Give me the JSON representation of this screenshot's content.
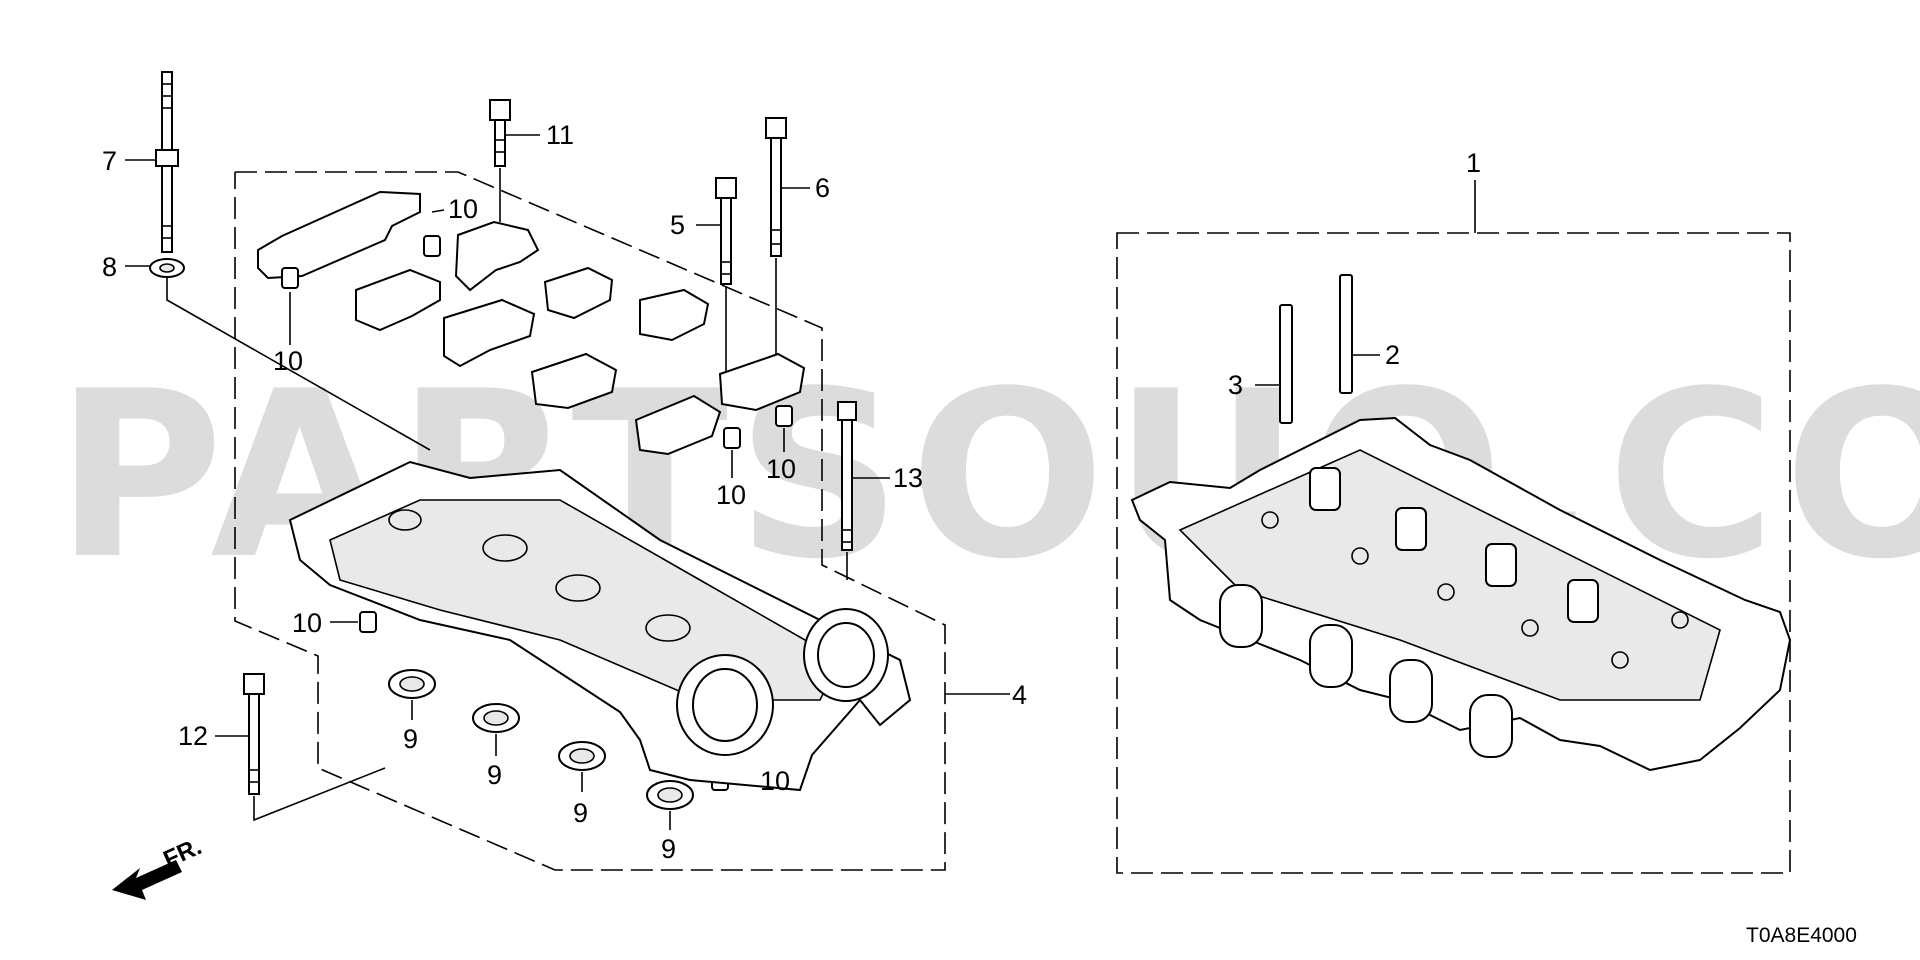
{
  "watermark": "PARTSOUQ.COM",
  "front_indicator": "FR.",
  "diagram_code": "T0A8E4000",
  "callouts": {
    "c1": "1",
    "c2": "2",
    "c3": "3",
    "c4": "4",
    "c5": "5",
    "c6": "6",
    "c7": "7",
    "c8": "8",
    "c9a": "9",
    "c9b": "9",
    "c9c": "9",
    "c9d": "9",
    "c10a": "10",
    "c10b": "10",
    "c10c": "10",
    "c10d": "10",
    "c10e": "10",
    "c10f": "10",
    "c11": "11",
    "c12": "12",
    "c13": "13"
  },
  "icons": [
    "front-arrow-icon"
  ]
}
